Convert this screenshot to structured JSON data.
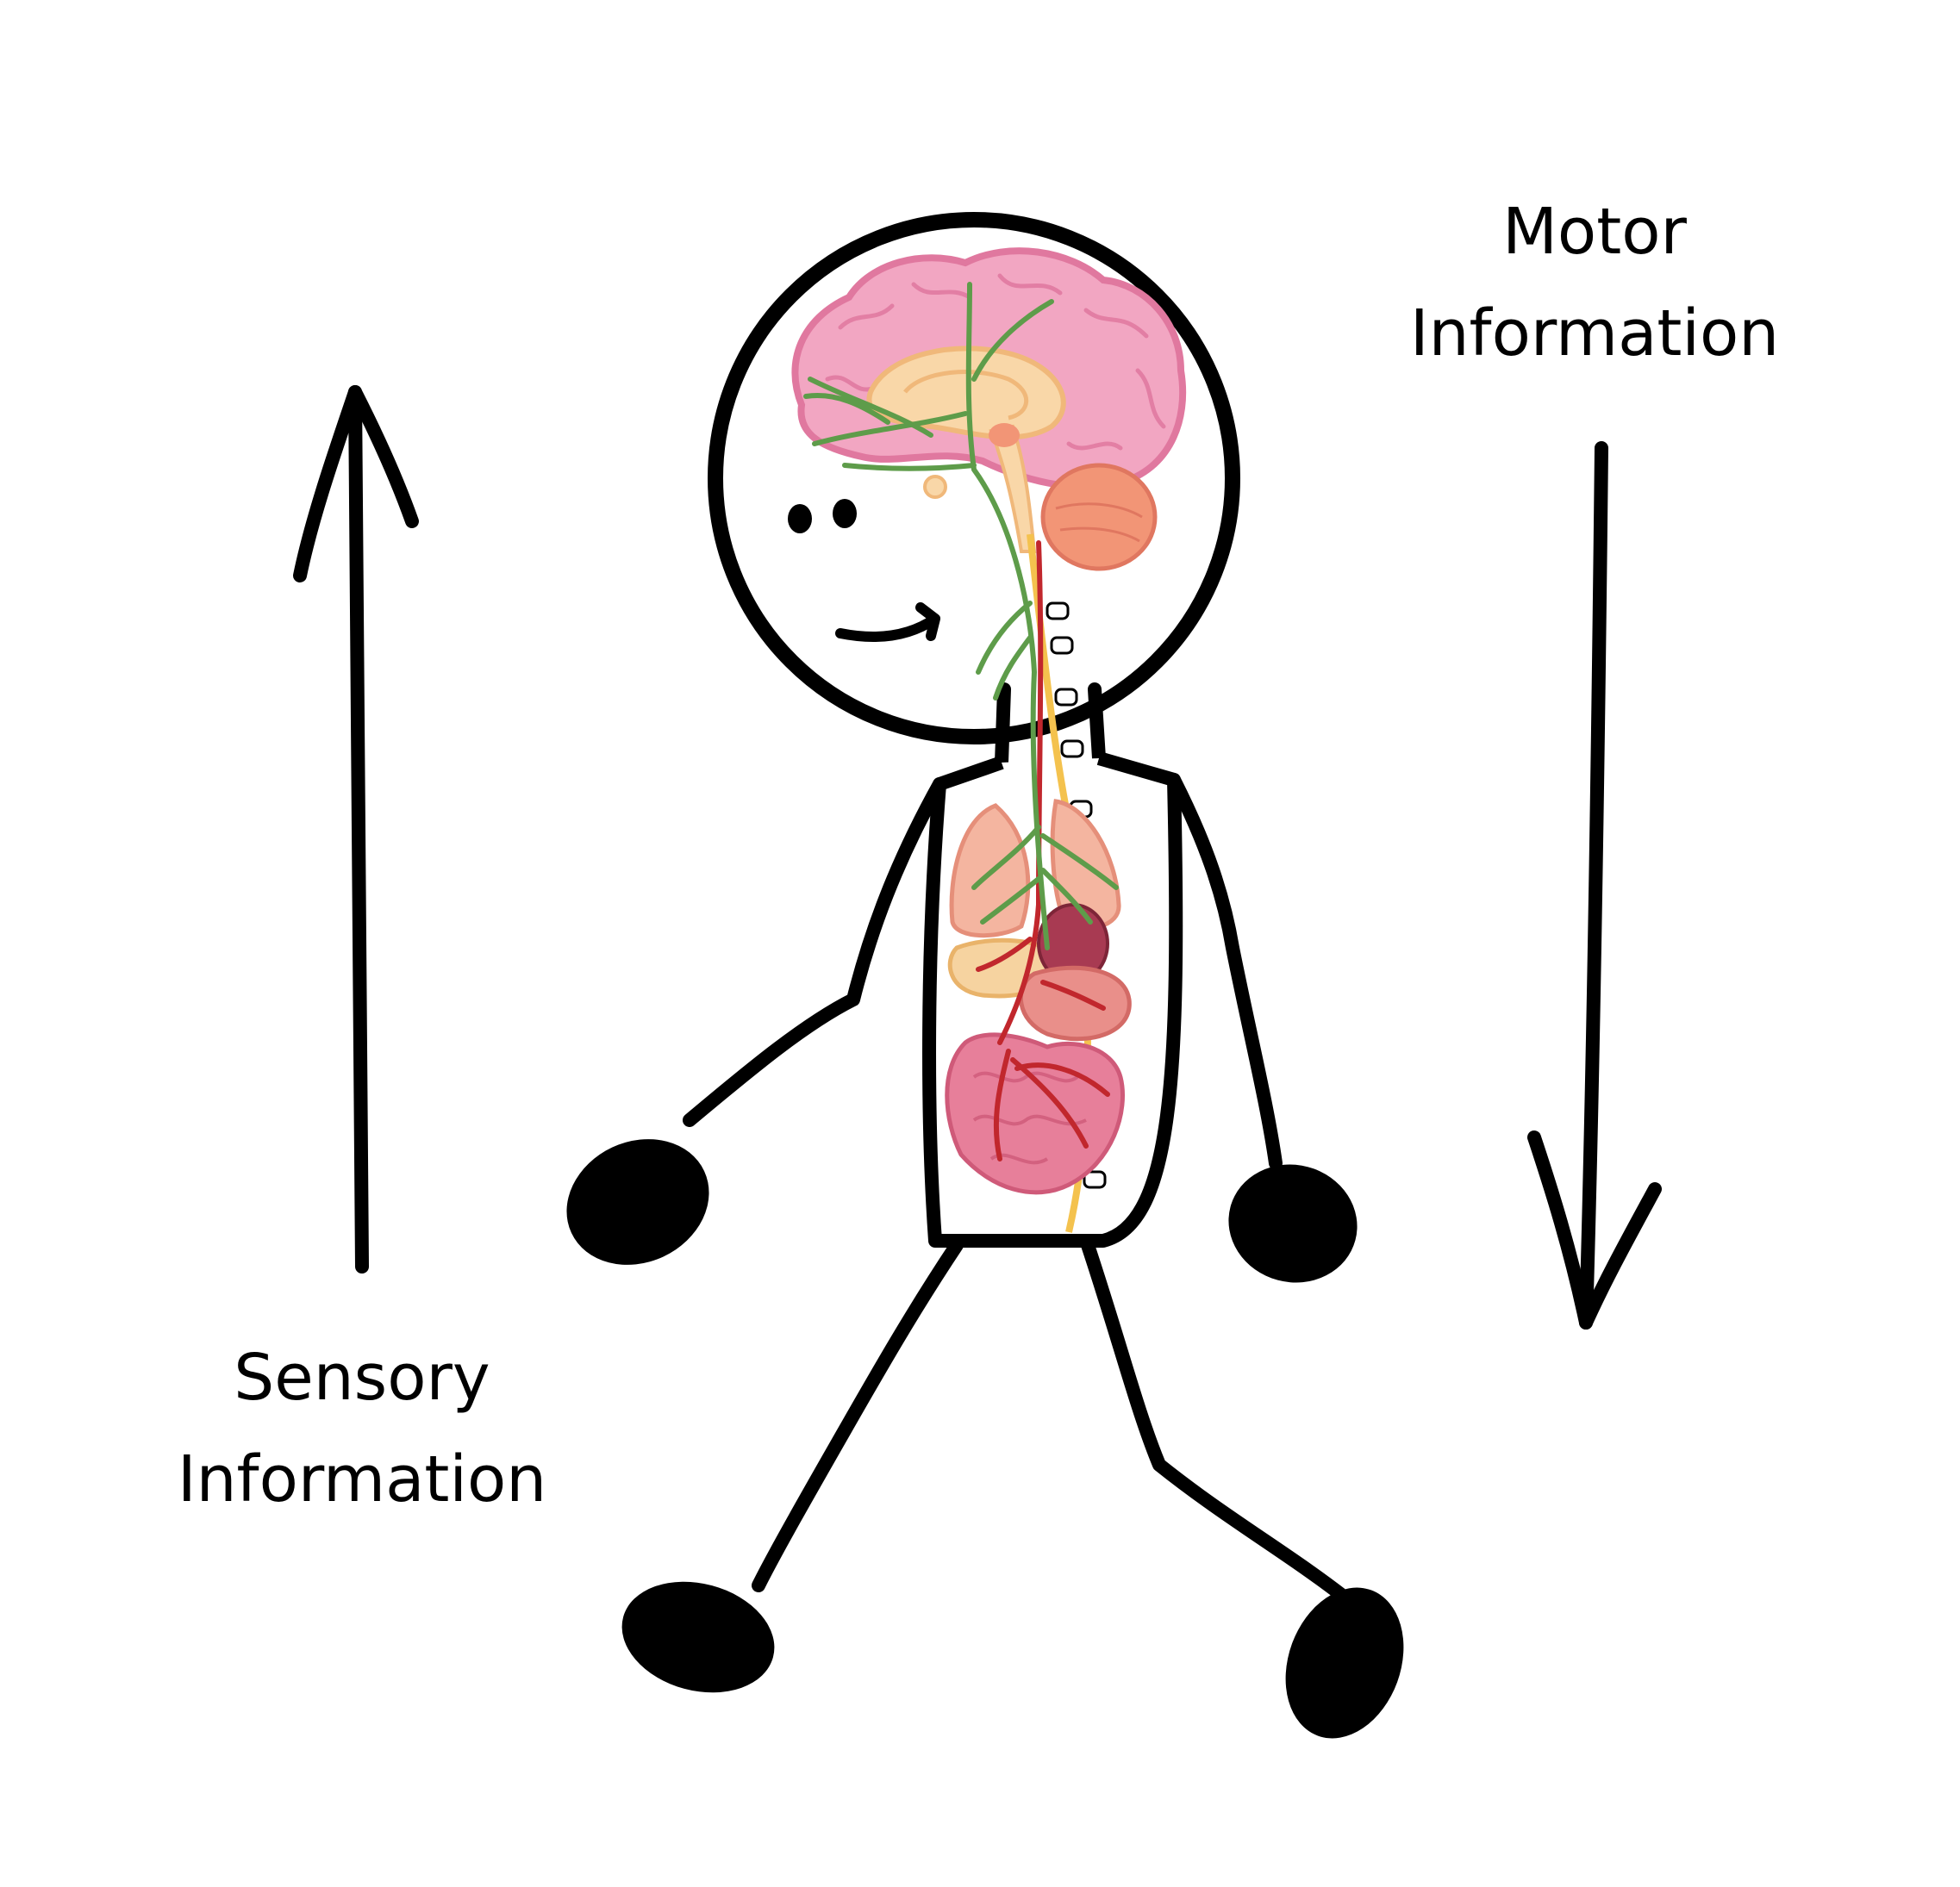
{
  "labels": {
    "sensory_line1": "Sensory",
    "sensory_line2": "Information",
    "motor_line1": "Motor",
    "motor_line2": "Information"
  },
  "arrows": {
    "sensory_direction": "up",
    "motor_direction": "down"
  },
  "colors": {
    "outline": "#000000",
    "brain": "#f2a6c2",
    "brain_outline": "#e0789f",
    "thalamus": "#f9d7a8",
    "cerebellum": "#f29576",
    "nerves": "#5e9c4a",
    "spinal_cord": "#f4c24e",
    "vessels": "#c1272d",
    "lungs": "#f4b5a0",
    "liver": "#f6d3a0",
    "stomach": "#e98f8a",
    "heart": "#a83a52",
    "intestines": "#e77f9a"
  },
  "icons": {
    "up_arrow": "arrow-up-icon",
    "down_arrow": "arrow-down-icon"
  }
}
